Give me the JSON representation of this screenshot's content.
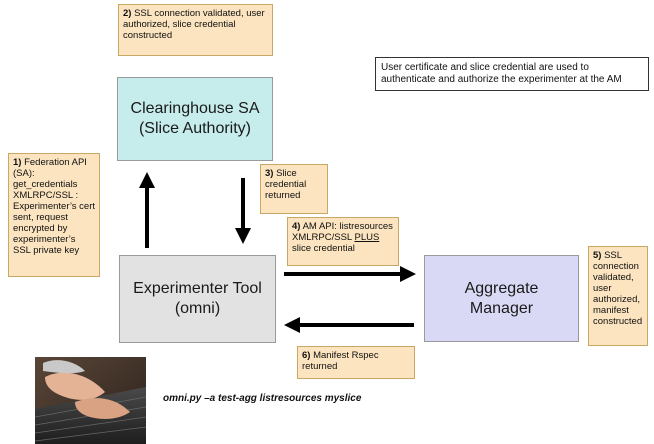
{
  "notes": {
    "step2": {
      "num": "2)",
      "text": "SSL connection validated, user authorized, slice credential constructed"
    },
    "info": "User certificate and slice credential are used to authenticate and authorize the experimenter at the AM",
    "step1": {
      "num": "1)",
      "text": "Federation API (SA): get_credentials XMLRPC/SSL : Experimenter’s cert sent, request encrypted by experimenter’s SSL private key"
    },
    "step3": {
      "num": "3)",
      "text": "Slice credential returned"
    },
    "step4": {
      "num": "4)",
      "text_a": "AM API: listresources XMLRPC/SSL ",
      "plus": "PLUS",
      "text_b": " slice credential"
    },
    "step5": {
      "num": "5)",
      "text": "SSL connection validated, user authorized, manifest constructed"
    },
    "step6": {
      "num": "6)",
      "text": "Manifest Rspec returned"
    }
  },
  "boxes": {
    "clearinghouse": {
      "line1": "Clearinghouse SA",
      "line2": "(Slice Authority)",
      "color": "#c6ecec"
    },
    "tool": {
      "line1": "Experimenter Tool",
      "line2": "(omni)",
      "color": "#e2e2e2"
    },
    "aggregate": {
      "line1": "Aggregate",
      "line2": "Manager",
      "color": "#d9d9f5"
    }
  },
  "command": "omni.py –a test-agg listresources  myslice"
}
